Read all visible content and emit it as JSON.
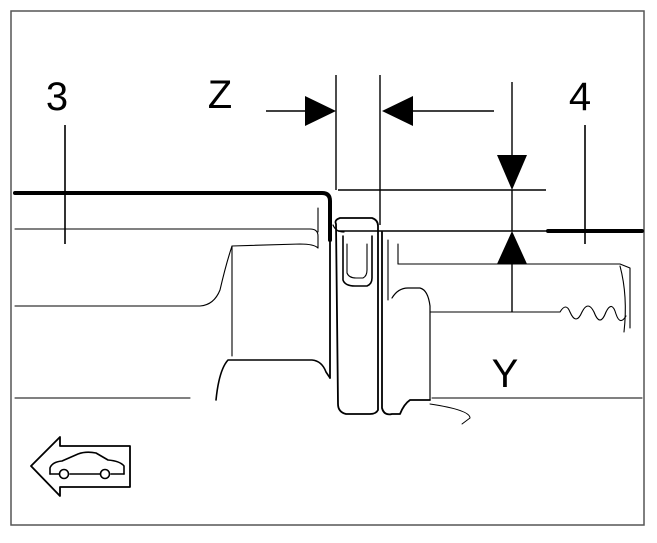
{
  "labels": {
    "part_left": "3",
    "part_right": "4",
    "dimension_z": "Z",
    "dimension_y": "Y"
  },
  "icons": {
    "direction": "arrow-left-car-icon"
  },
  "colors": {
    "stroke": "#000000",
    "background": "#ffffff",
    "frame": "#555555"
  }
}
